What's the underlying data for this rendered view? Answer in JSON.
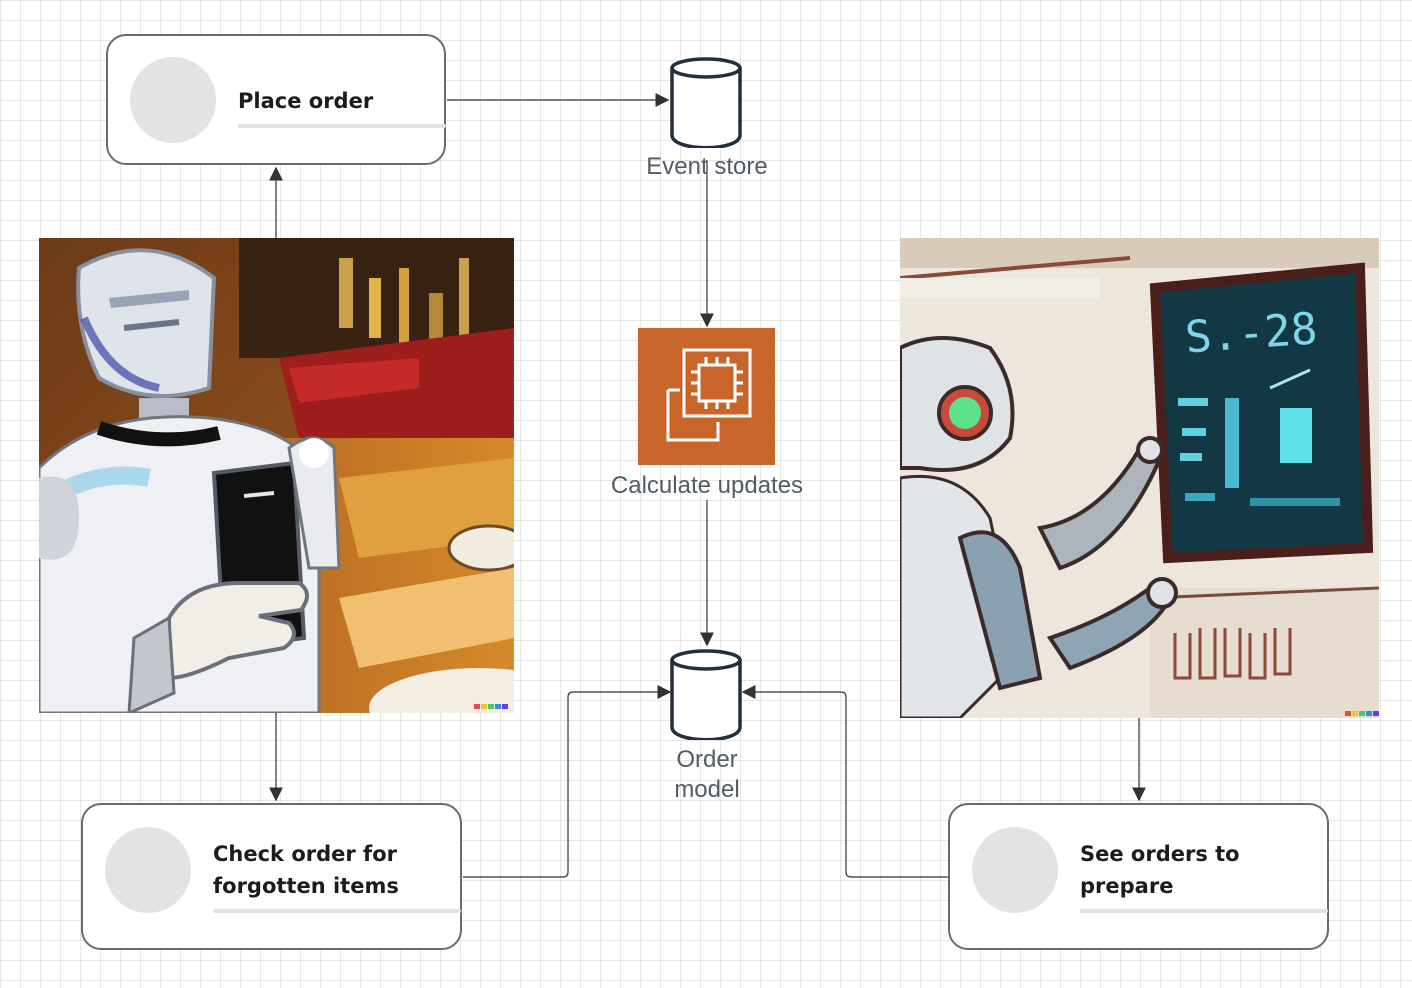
{
  "nodes": {
    "place_order": {
      "label": "Place order"
    },
    "event_store": {
      "label": "Event store"
    },
    "calculate_updates": {
      "label": "Calculate updates"
    },
    "order_model": {
      "label": "Order\nmodel"
    },
    "check_order": {
      "label": "Check order for forgotten items"
    },
    "see_orders": {
      "label": "See orders to prepare"
    }
  },
  "images": {
    "left": {
      "subject": "robot-customer-holding-phone-at-bar"
    },
    "right": {
      "subject": "robot-barista-pointing-at-menu-board",
      "board_text": "S.-28"
    }
  },
  "colors": {
    "compute_orange": "#c8652b",
    "connector": "#333333",
    "database_stroke": "#232f3e",
    "card_border": "#6b6b6b"
  }
}
